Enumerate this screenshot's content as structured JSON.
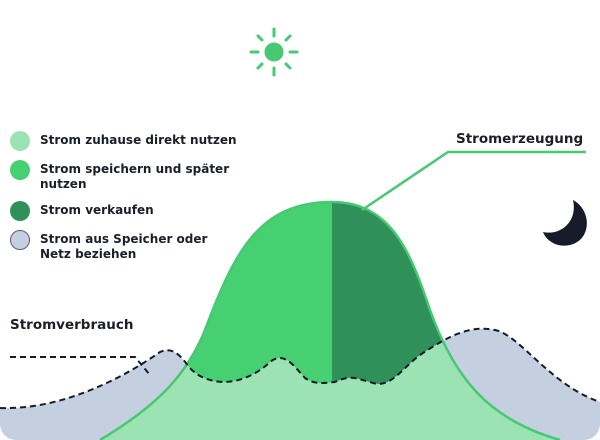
{
  "legend": [
    {
      "label": "Strom zuhause direkt nutzen",
      "color": "#9ce3b4"
    },
    {
      "label": "Strom speichern und später nutzen",
      "color": "#47d072"
    },
    {
      "label": "Strom verkaufen",
      "color": "#30905a"
    },
    {
      "label": "Strom aus Speicher oder Netz beziehen",
      "color": "#c4cfdf"
    }
  ],
  "labels": {
    "generation": "Stromerzeugung",
    "consumption": "Stromverbrauch"
  },
  "icons": {
    "day": "sun-icon",
    "night": "moon-icon"
  },
  "colors": {
    "accent": "#47c872",
    "dark": "#171b29"
  }
}
